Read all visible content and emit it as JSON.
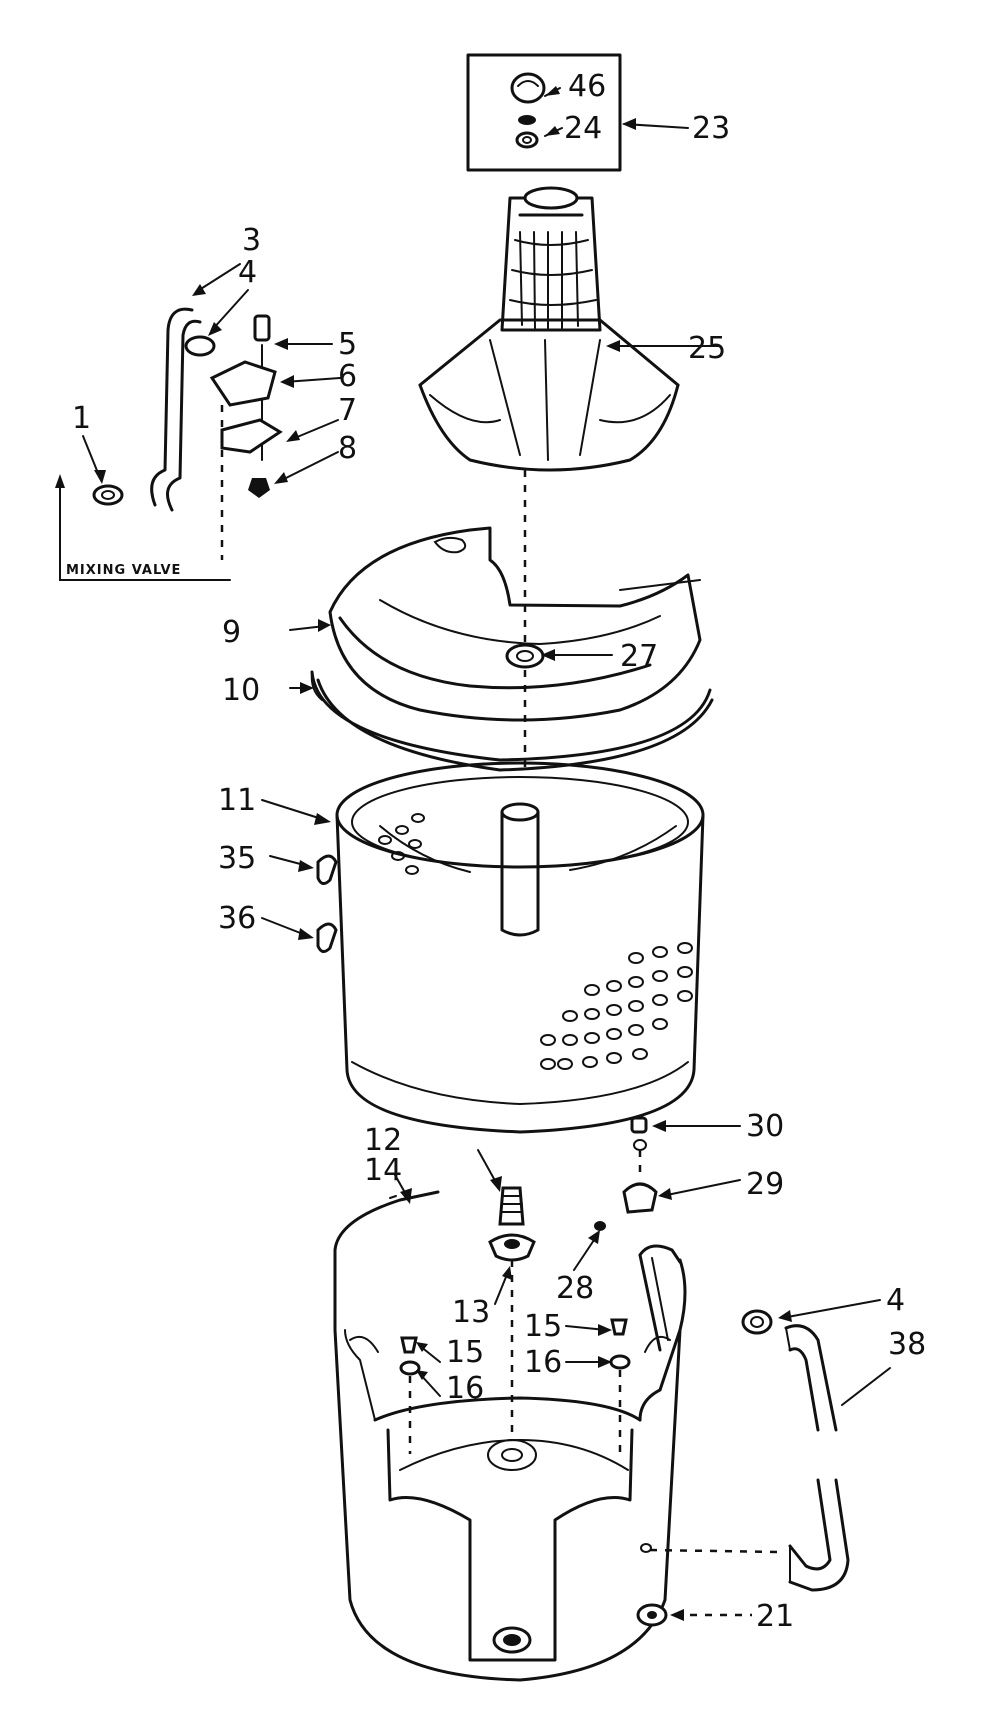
{
  "labels": {
    "p1": "1",
    "p3": "3",
    "p4a": "4",
    "p5": "5",
    "p6": "6",
    "p7": "7",
    "p8": "8",
    "p9": "9",
    "p10": "10",
    "p11": "11",
    "p12": "12",
    "p13": "13",
    "p14": "14",
    "p15a": "15",
    "p15b": "15",
    "p16a": "16",
    "p16b": "16",
    "p21": "21",
    "p23": "23",
    "p24": "24",
    "p25": "25",
    "p27": "27",
    "p28": "28",
    "p29": "29",
    "p30": "30",
    "p35": "35",
    "p36": "36",
    "p38": "38",
    "p4b": "4",
    "p46": "46"
  },
  "mixing_valve_label": "MIXING VALVE"
}
